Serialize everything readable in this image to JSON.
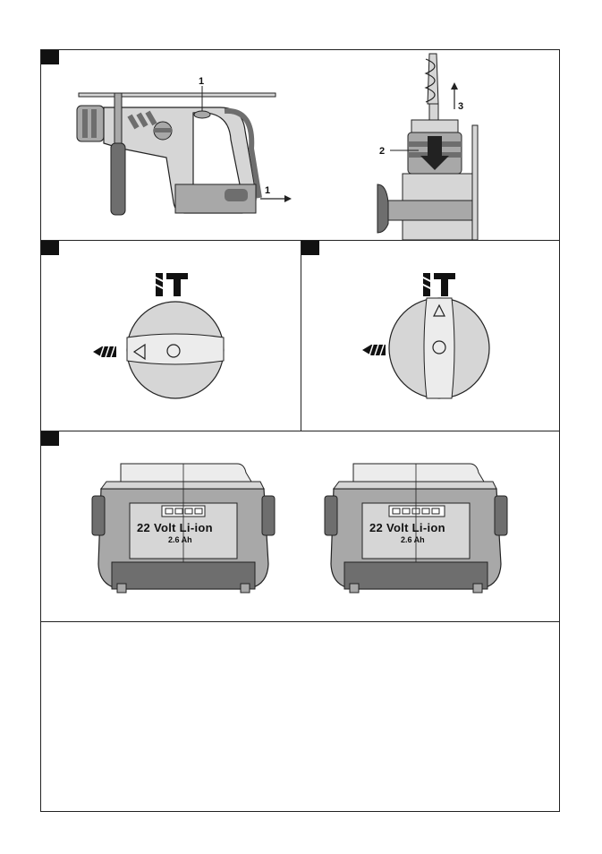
{
  "callouts": {
    "c1": "1",
    "c2": "2",
    "c3": "3"
  },
  "battery": {
    "voltage_label": "22 Volt Li-ion",
    "capacity_label": "2.6 Ah"
  },
  "colors": {
    "line": "#222222",
    "shade_light": "#d6d6d6",
    "shade_mid": "#a8a8a8",
    "shade_dark": "#6e6e6e",
    "marker": "#111111"
  },
  "icons": [
    "hammer-drill-mode-icon",
    "drill-mode-icon",
    "triangle-indicator-icon",
    "circle-indicator-icon"
  ]
}
